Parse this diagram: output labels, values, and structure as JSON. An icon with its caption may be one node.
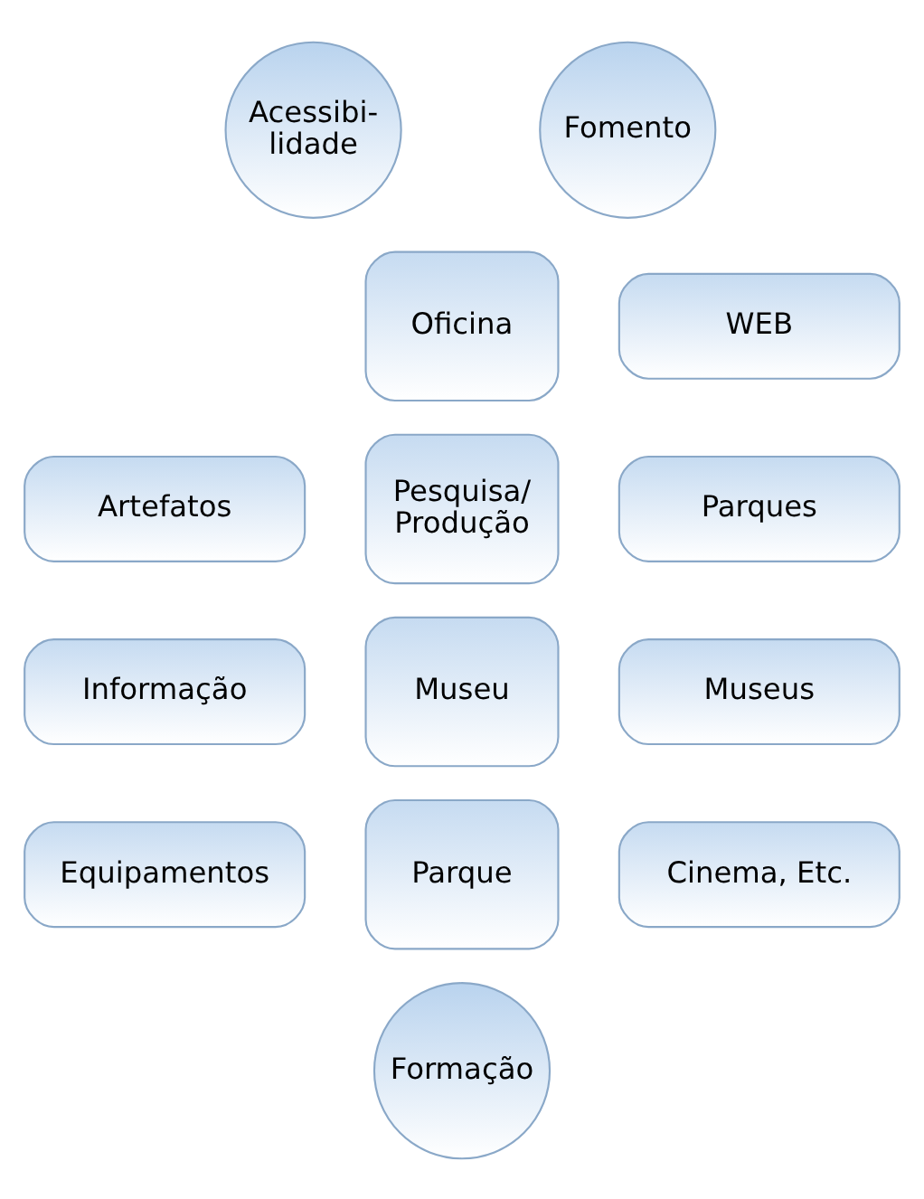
{
  "diagram": {
    "nodes": [
      {
        "text": [
          "Acessibi- lidade"
        ]
      },
      {
        "text": [
          "Fomento"
        ]
      },
      {
        "text": [
          "Artefatos"
        ]
      },
      {
        "text": [
          "Informação"
        ]
      },
      {
        "text": [
          "Equipamentos"
        ]
      },
      {
        "text": [
          "Oficina"
        ]
      },
      {
        "text": [
          "Pesquisa/ Produção"
        ]
      },
      {
        "text": [
          "Museu"
        ]
      },
      {
        "text": [
          "Parque"
        ]
      },
      {
        "text": [
          "WEB"
        ]
      },
      {
        "text": [
          "Parques"
        ]
      },
      {
        "text": [
          "Museus"
        ]
      },
      {
        "text": [
          "Cinema, Etc."
        ]
      },
      {
        "text": [
          "Formação"
        ]
      }
    ]
  }
}
